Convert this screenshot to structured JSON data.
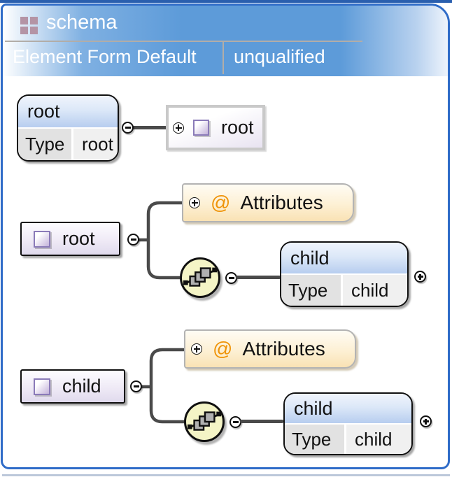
{
  "header": {
    "title": "schema",
    "property_label": "Element Form Default",
    "property_value": "unqualified"
  },
  "row1": {
    "element_name": "root",
    "type_label": "Type",
    "type_value": "root",
    "ref_element_name": "root"
  },
  "row2": {
    "element_name": "root",
    "attributes_symbol": "@",
    "attributes_label": "Attributes",
    "child_name": "child",
    "child_type_label": "Type",
    "child_type_value": "child"
  },
  "row3": {
    "element_name": "child",
    "attributes_symbol": "@",
    "attributes_label": "Attributes",
    "child_name": "child",
    "child_type_label": "Type",
    "child_type_value": "child"
  },
  "colors": {
    "header_blue": "#5d9bd9",
    "frame_blue": "#2f6cc8",
    "attribute_orange": "#ef9409",
    "element_purple": "#8a7ab8",
    "sequence_yellow": "#f4f4c6",
    "connector_gray": "#4a4a4a",
    "schema_icon_mauve": "#b494a5"
  }
}
